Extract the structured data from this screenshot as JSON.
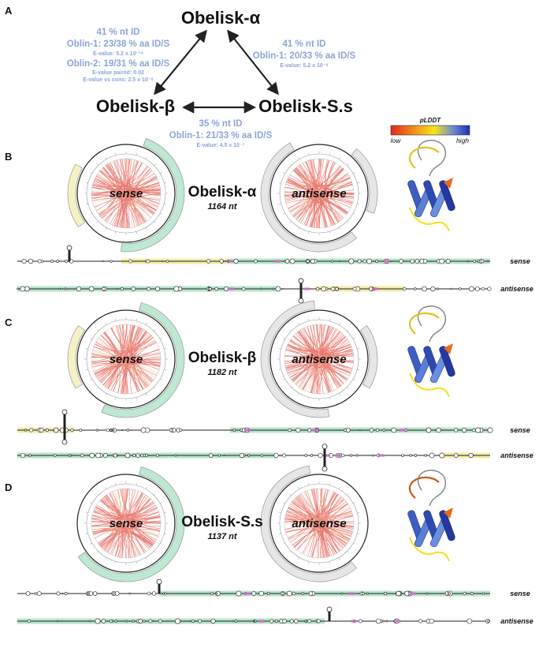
{
  "panels": {
    "a": "A",
    "b": "B",
    "c": "C",
    "d": "D"
  },
  "top": {
    "alpha_label": "Obelisk-α",
    "beta_label": "Obelisk-β",
    "ss_label": "Obelisk-S.s",
    "left_note": {
      "l1": "41 % nt ID",
      "l2": "Oblin-1: 23/38 % aa ID/S",
      "l3": "E-value: 5.2 x 10⁻¹⁴",
      "l4": "Oblin-2: 19/31 % aa ID/S",
      "l5": "E-value paired: 0.02",
      "l6": "E-value vs cons: 2.5 x 10⁻⁸"
    },
    "right_note": {
      "l1": "41 % nt ID",
      "l2": "Oblin-1: 20/33 % aa ID/S",
      "l3": "E-value: 5.2 x 10⁻⁸"
    },
    "bottom_note": {
      "l1": "35 % nt ID",
      "l2": "Oblin-1: 21/33 % aa ID/S",
      "l3": "E-value: 4.5 x 10⁻⁷"
    },
    "plddt": {
      "title": "pLDDT",
      "low": "low",
      "high": "high"
    }
  },
  "rows": [
    {
      "name": "Obelisk-α",
      "length": "1164 nt",
      "left_label": "sense",
      "right_label": "antisense",
      "strand_top": "sense",
      "strand_bottom": "antisense"
    },
    {
      "name": "Obelisk-β",
      "length": "1182 nt",
      "left_label": "sense",
      "right_label": "antisense",
      "strand_top": "sense",
      "strand_bottom": "antisense"
    },
    {
      "name": "Obelisk-S.s",
      "length": "1137 nt",
      "left_label": "sense",
      "right_label": "antisense",
      "strand_top": "sense",
      "strand_bottom": "antisense"
    }
  ],
  "colors": {
    "note_blue": "#8aa6d6",
    "chord_red": "#e8786e",
    "oblin1_green": "#bfe8d2",
    "oblin2_yellow": "#f6f1c4",
    "antisense_gray": "#e6e6e6",
    "strand_green": "#b7e6cb",
    "strand_yellow": "#f3ecaa"
  }
}
